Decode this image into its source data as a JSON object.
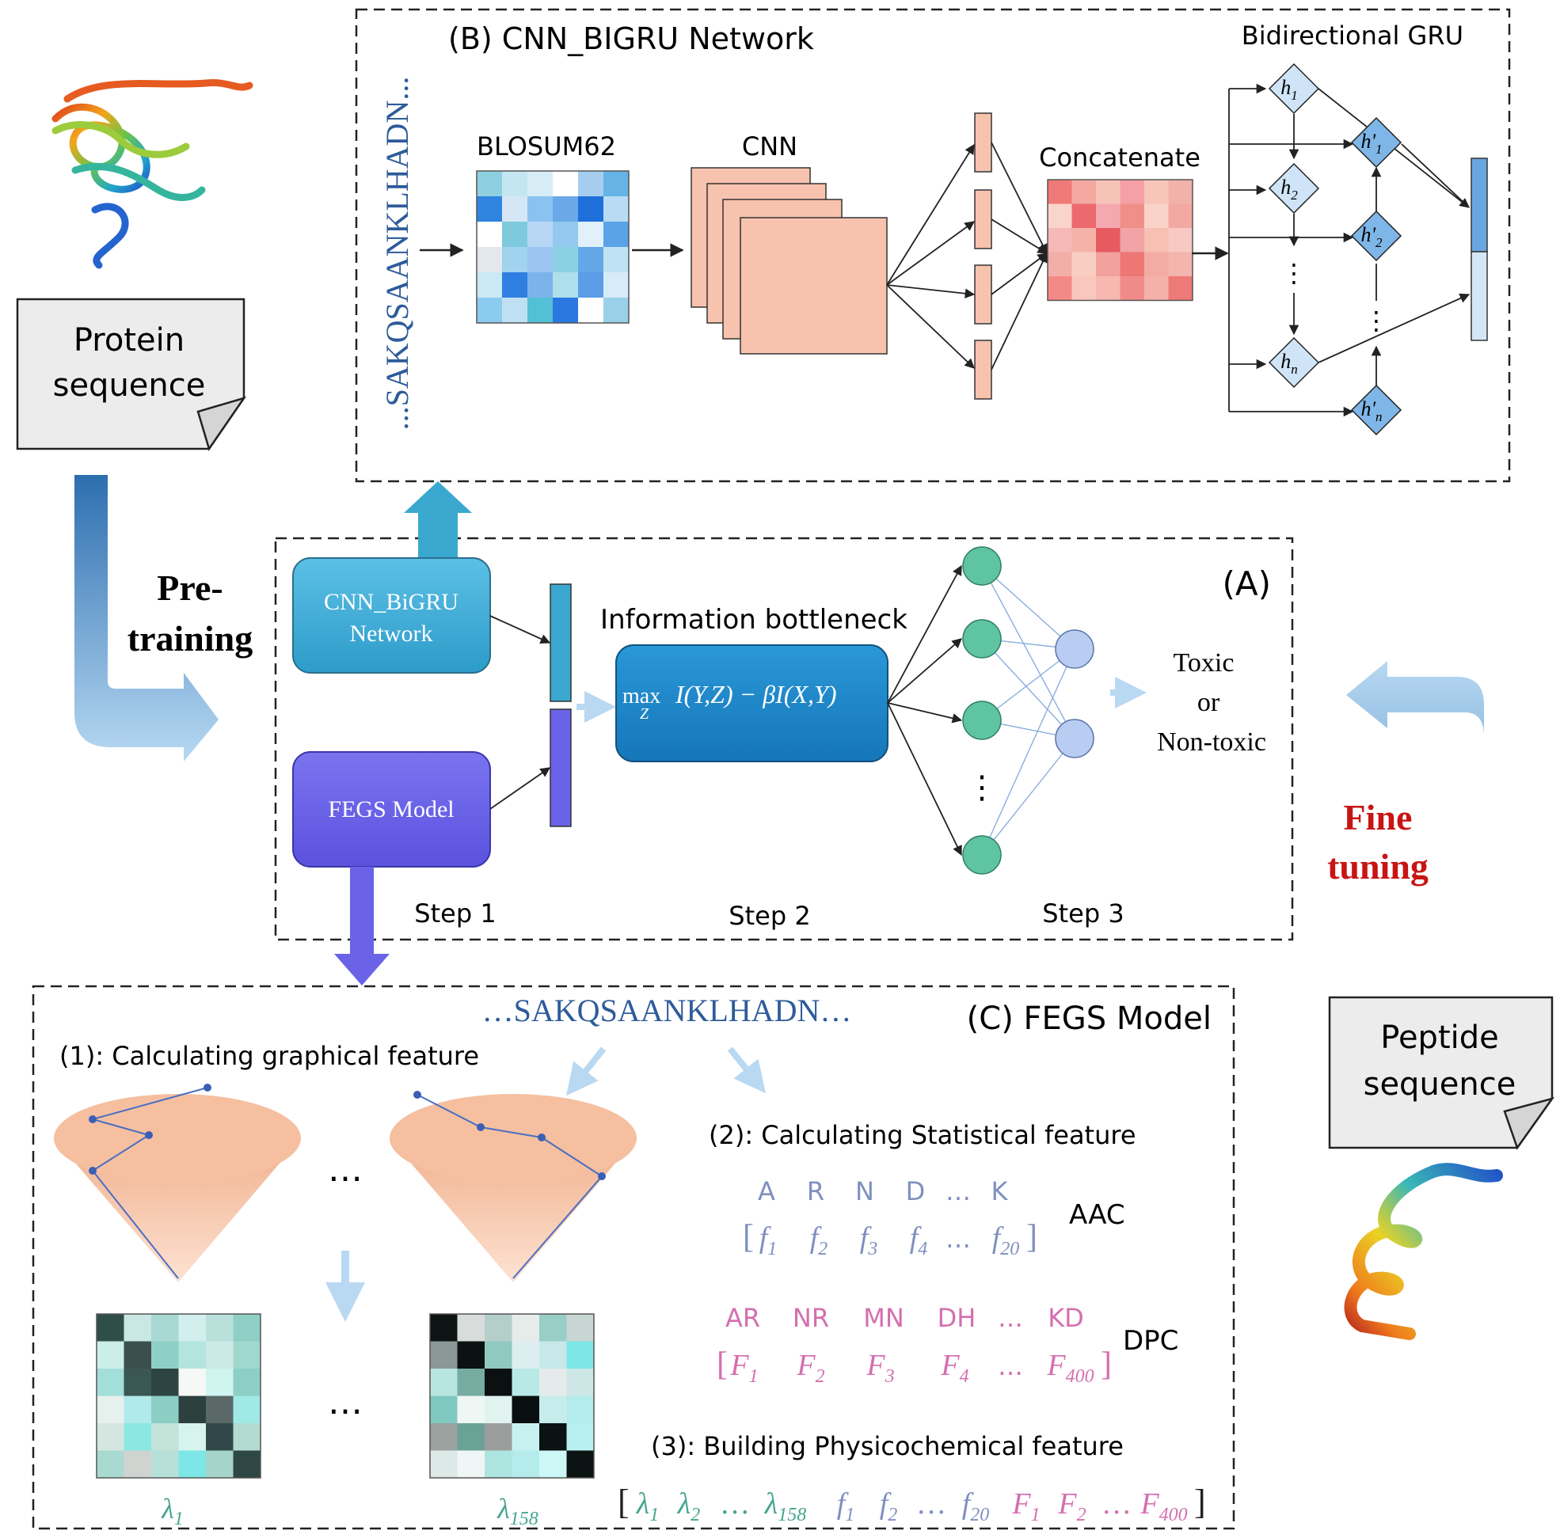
{
  "colors": {
    "teal": "#3aa8cf",
    "purple": "#6a63e8",
    "ib_box": "#1c87c9",
    "node_green": "#5ec4a1",
    "node_blue": "#b9cdf2",
    "cnn_salmon": "#f7c3ae",
    "fine_tuning_red": "#c81414",
    "aac_text": "#7f8fc0",
    "dpc_text": "#d46fb0",
    "lambda_green": "#46a58f",
    "seq_blue": "#2e5b9a"
  },
  "left_panel": {
    "protein_label_line1": "Protein",
    "protein_label_line2": "sequence",
    "pretraining_line1": "Pre-",
    "pretraining_line2": "training"
  },
  "right_panel": {
    "peptide_label_line1": "Peptide",
    "peptide_label_line2": "sequence",
    "fine_tuning_line1": "Fine",
    "fine_tuning_line2": "tuning"
  },
  "panel_b": {
    "title": "(B) CNN_BIGRU Network",
    "sequence_vertical": "...SAKQSAANKLHADN...",
    "blosum_label": "BLOSUM62",
    "cnn_label": "CNN",
    "concat_label": "Concatenate",
    "gru_label": "Bidirectional GRU",
    "h_labels": [
      "h",
      "h",
      "h",
      "h'",
      "h'",
      "h'"
    ],
    "h_subs": [
      "1",
      "2",
      "n",
      "1",
      "2",
      "n"
    ],
    "dots": "⋮"
  },
  "panel_a": {
    "label": "(A)",
    "cnn_box_line1": "CNN_BiGRU",
    "cnn_box_line2": "Network",
    "fegs_box": "FEGS Model",
    "ib_title": "Information bottleneck",
    "ib_formula_max": "max",
    "ib_formula_sub": "Z",
    "ib_formula_rest": "I(Y,Z) − βI(X,Y)",
    "output_line1": "Toxic",
    "output_line2": "or",
    "output_line3": "Non-toxic",
    "step1": "Step 1",
    "step2": "Step 2",
    "step3": "Step 3",
    "vdots": "⋮"
  },
  "panel_c": {
    "label": "(C) FEGS Model",
    "sequence": "…SAKQSAANKLHADN…",
    "step1_title": "(1): Calculating  graphical feature",
    "step2_title": "(2): Calculating Statistical feature",
    "step3_title": "(3): Building Physicochemical feature",
    "ellipsis": "…",
    "lambda_first": "λ",
    "lambda_first_sub": "1",
    "lambda_last": "λ",
    "lambda_last_sub": "158",
    "aac_label": "AAC",
    "aac_letters": [
      "A",
      "R",
      "N",
      "D",
      "…",
      "K"
    ],
    "aac_bracket_open": "[",
    "aac_bracket_close": "]",
    "aac_f": "f",
    "aac_subs": [
      "1",
      "2",
      "3",
      "4",
      "20"
    ],
    "dpc_label": "DPC",
    "dpc_pairs": [
      "AR",
      "NR",
      "MN",
      "DH",
      "…",
      "KD"
    ],
    "dpc_F": "F",
    "dpc_subs": [
      "1",
      "2",
      "3",
      "4",
      "400"
    ],
    "final_vector_parts": [
      {
        "sym": "λ",
        "sub": "1",
        "color": "lambda"
      },
      {
        "sym": "λ",
        "sub": "2",
        "color": "lambda"
      },
      {
        "sym": "…",
        "sub": "",
        "color": "lambda"
      },
      {
        "sym": "λ",
        "sub": "158",
        "color": "lambda"
      },
      {
        "sym": "f",
        "sub": "1",
        "color": "aac"
      },
      {
        "sym": "f",
        "sub": "2",
        "color": "aac"
      },
      {
        "sym": "…",
        "sub": "",
        "color": "aac"
      },
      {
        "sym": "f",
        "sub": "20",
        "color": "aac"
      },
      {
        "sym": "F",
        "sub": "1",
        "color": "dpc"
      },
      {
        "sym": "F",
        "sub": "2",
        "color": "dpc"
      },
      {
        "sym": "…",
        "sub": "",
        "color": "dpc"
      },
      {
        "sym": "F",
        "sub": "400",
        "color": "dpc"
      }
    ]
  }
}
